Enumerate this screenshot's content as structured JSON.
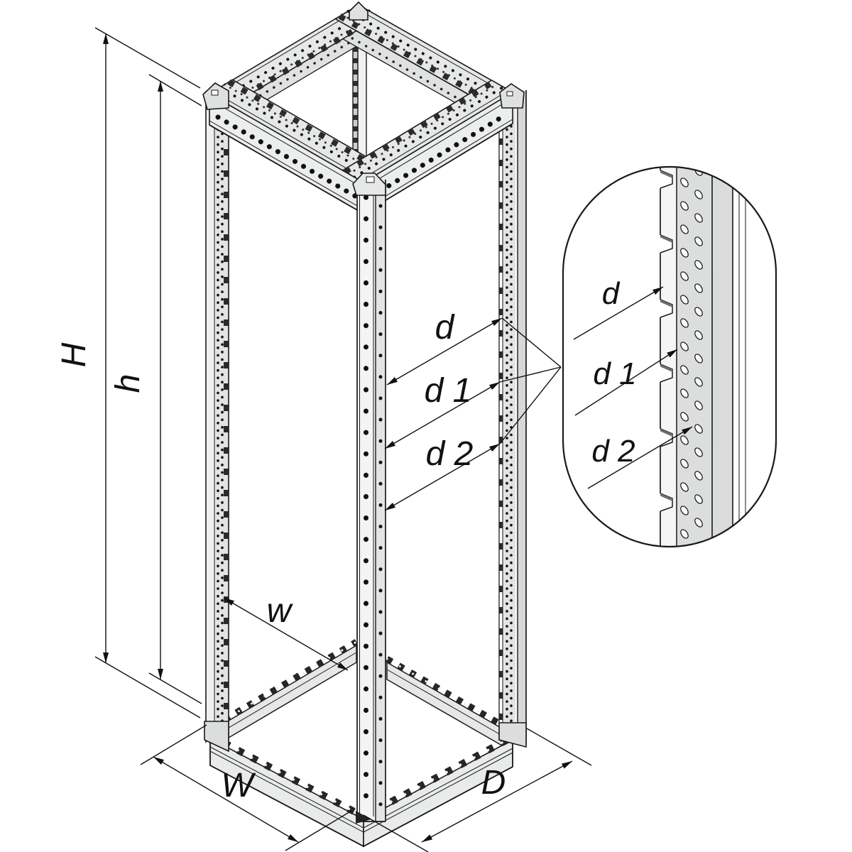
{
  "diagram": {
    "type": "technical-line-drawing",
    "subject": "rack cabinet welded frame, isometric view with enlarged detail of perforated vertical mounting rail",
    "background_color": "#ffffff",
    "stroke_color": "#1a1a1a",
    "frame_fill_light": "#e8eae9",
    "frame_fill_mid": "#dcdedd",
    "frame_fill_dark": "#d7d9d8",
    "main_view": {
      "labels": {
        "overall_height": "H",
        "inner_height": "h",
        "overall_width": "W",
        "inner_width": "w",
        "overall_depth": "D",
        "rail_dim_d": "d",
        "rail_dim_d1": "d 1",
        "rail_dim_d2": "d 2"
      }
    },
    "detail_view": {
      "shape": "capsule-magnifier",
      "labels": {
        "d": "d",
        "d1": "d 1",
        "d2": "d 2"
      }
    }
  }
}
